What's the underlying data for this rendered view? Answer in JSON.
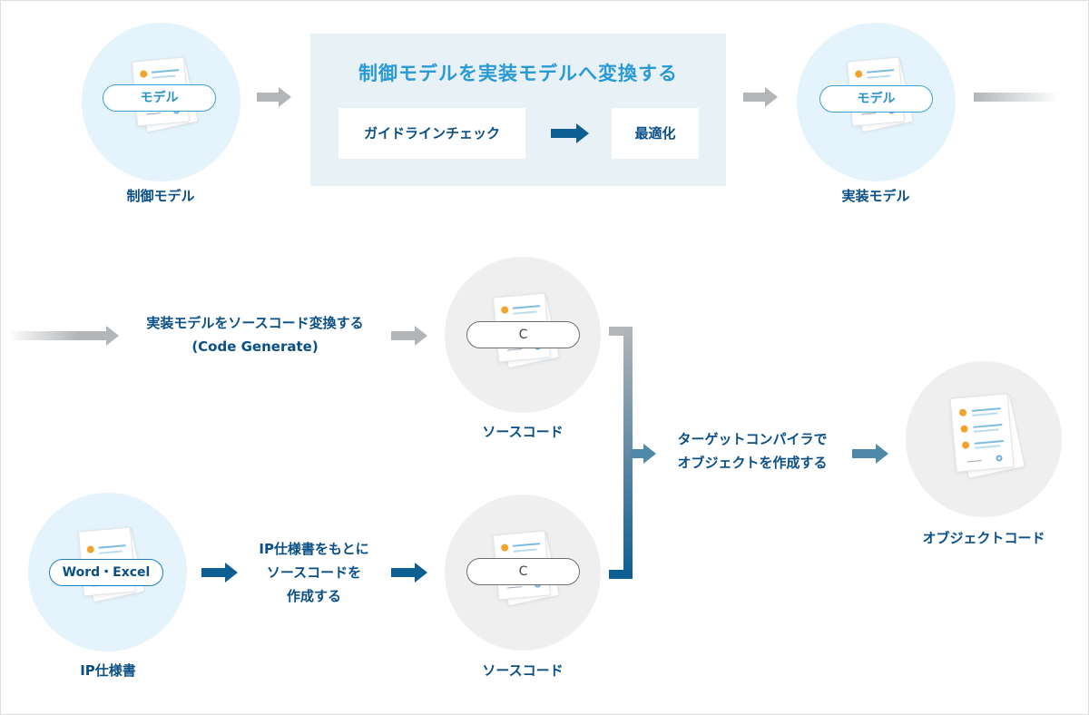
{
  "process": {
    "title": "制御モデルを実装モデルへ変換する",
    "steps": [
      "ガイドラインチェック",
      "最適化"
    ]
  },
  "nodes": {
    "control_model": {
      "pill": "モデル",
      "caption": "制御モデル"
    },
    "impl_model": {
      "pill": "モデル",
      "caption": "実装モデル"
    },
    "source_top": {
      "pill": "C",
      "caption": "ソースコード"
    },
    "source_bottom": {
      "pill": "C",
      "caption": "ソースコード"
    },
    "ip_spec": {
      "pill": "Word・Excel",
      "caption": "IP仕様書"
    },
    "object_code": {
      "caption": "オブジェクトコード"
    }
  },
  "notes": {
    "codegen": [
      "実装モデルをソースコード変換する",
      "(Code Generate)"
    ],
    "ip_to_source": [
      "IP仕様書をもとに",
      "ソースコードを",
      "作成する"
    ],
    "compiler": [
      "ターゲットコンパイラで",
      "オブジェクトを作成する"
    ]
  },
  "colors": {
    "navy": "#0a4f86",
    "accent_blue": "#2a9ad6",
    "light_blue_circle": "#e5f4fc",
    "gray_circle": "#efefef",
    "gray_arrow": "#b3b6b9",
    "dark_arrow": "#0d5e93",
    "process_bg": "#e8f1f6"
  }
}
